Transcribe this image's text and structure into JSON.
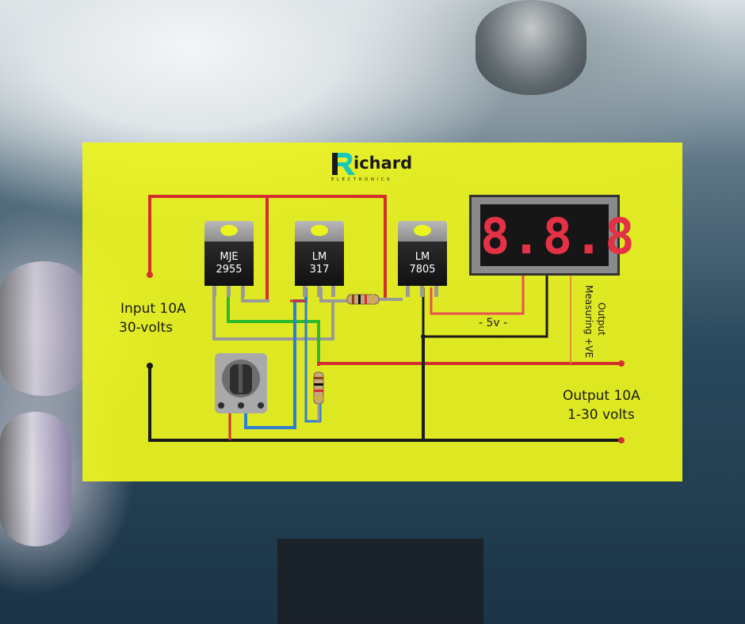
{
  "logo": {
    "word": "ichard",
    "subtitle": "ELECTRONICS",
    "accent_color": "#18c8b8"
  },
  "components": {
    "transistor": {
      "line1": "MJE",
      "line2": "2955"
    },
    "regulator_adj": {
      "line1": "LM",
      "line2": "317"
    },
    "regulator_5v": {
      "line1": "LM",
      "line2": "7805"
    },
    "voltmeter": {
      "display": "8.8.8"
    },
    "potentiometer": {
      "icon": "potentiometer-icon"
    },
    "resistors": [
      "series-resistor",
      "divider-resistor"
    ]
  },
  "labels": {
    "input_line1": "Input 10A",
    "input_line2": "30-volts",
    "output_line1": "Output 10A",
    "output_line2": "1-30 volts",
    "five_volt": "- 5v -",
    "measuring_line1": "Output",
    "measuring_line2": "Measuring +VE"
  },
  "colors": {
    "panel": "#ecf41e",
    "wire_positive": "#d32f2f",
    "wire_ground": "#1a1a1a",
    "wire_adjust": "#2e7dd7",
    "wire_sense": "#2eb82e",
    "wire_pin": "#9a9a9a",
    "wire_measure": "#e8912e",
    "display_digits": "#e33145"
  }
}
